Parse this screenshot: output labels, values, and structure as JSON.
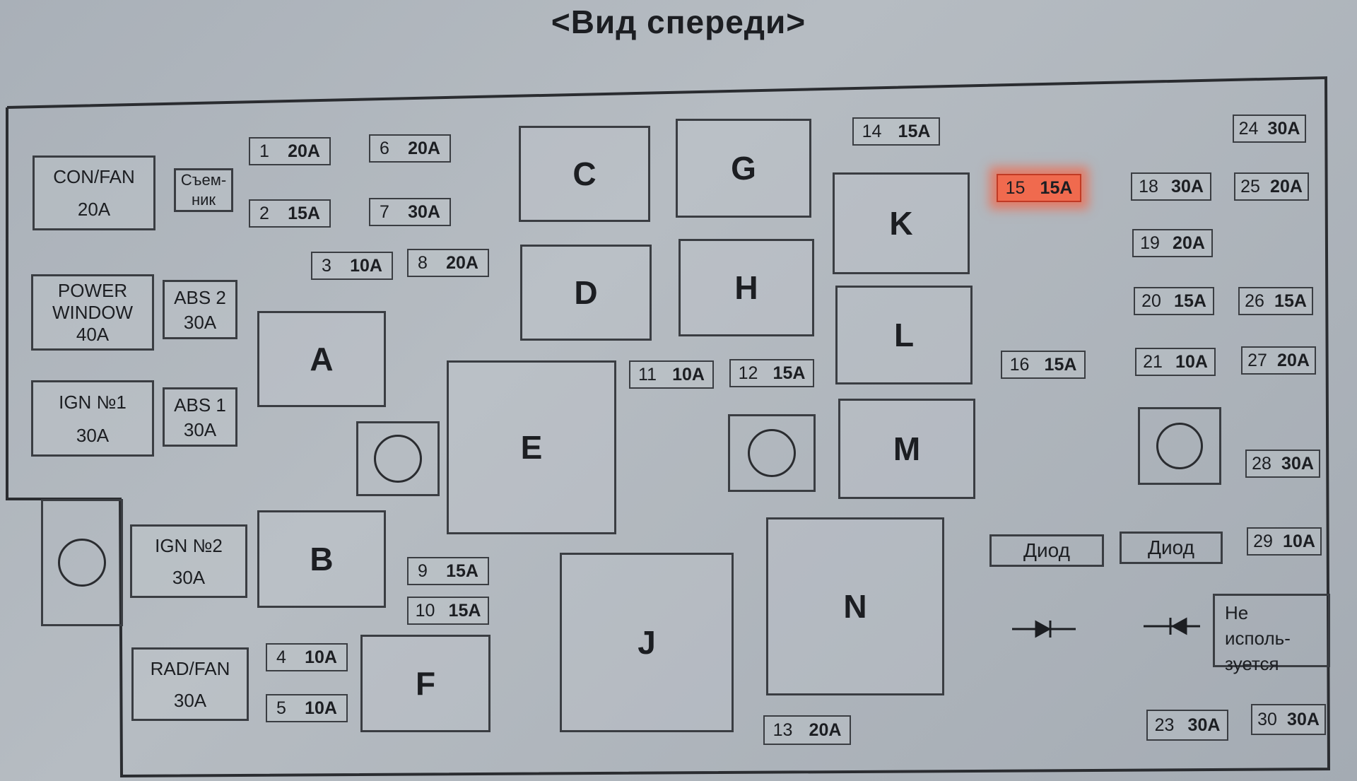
{
  "title": "<Вид спереди>",
  "big_fuses": {
    "con_fan": {
      "line1": "CON/FAN",
      "line2": "20A"
    },
    "removable": {
      "line1": "Съем-",
      "line2": "ник"
    },
    "power_window": {
      "line1": "POWER",
      "line2": "WINDOW",
      "line3": "40A"
    },
    "abs2": {
      "line1": "ABS 2",
      "line2": "30A"
    },
    "ign1": {
      "line1": "IGN №1",
      "line2": "30A"
    },
    "abs1": {
      "line1": "ABS 1",
      "line2": "30A"
    },
    "ign2": {
      "line1": "IGN №2",
      "line2": "30A"
    },
    "rad_fan": {
      "line1": "RAD/FAN",
      "line2": "30A"
    }
  },
  "fuses": [
    {
      "num": "1",
      "amp": "20A"
    },
    {
      "num": "2",
      "amp": "15A"
    },
    {
      "num": "3",
      "amp": "10A"
    },
    {
      "num": "4",
      "amp": "10A"
    },
    {
      "num": "5",
      "amp": "10A"
    },
    {
      "num": "6",
      "amp": "20A"
    },
    {
      "num": "7",
      "amp": "30A"
    },
    {
      "num": "8",
      "amp": "20A"
    },
    {
      "num": "9",
      "amp": "15A"
    },
    {
      "num": "10",
      "amp": "15A"
    },
    {
      "num": "11",
      "amp": "10A"
    },
    {
      "num": "12",
      "amp": "15A"
    },
    {
      "num": "13",
      "amp": "20A"
    },
    {
      "num": "14",
      "amp": "15A"
    },
    {
      "num": "15",
      "amp": "15A"
    },
    {
      "num": "16",
      "amp": "15A"
    },
    {
      "num": "18",
      "amp": "30A"
    },
    {
      "num": "19",
      "amp": "20A"
    },
    {
      "num": "20",
      "amp": "15A"
    },
    {
      "num": "21",
      "amp": "10A"
    },
    {
      "num": "23",
      "amp": "30A"
    },
    {
      "num": "24",
      "amp": "30A"
    },
    {
      "num": "25",
      "amp": "20A"
    },
    {
      "num": "26",
      "amp": "15A"
    },
    {
      "num": "27",
      "amp": "20A"
    },
    {
      "num": "28",
      "amp": "30A"
    },
    {
      "num": "29",
      "amp": "10A"
    },
    {
      "num": "30",
      "amp": "30A"
    }
  ],
  "relays": [
    "A",
    "B",
    "C",
    "D",
    "E",
    "F",
    "G",
    "H",
    "J",
    "K",
    "L",
    "M",
    "N"
  ],
  "diodes": [
    "Диод",
    "Диод"
  ],
  "unused": {
    "line1": "Не исполь-",
    "line2": "зуется"
  },
  "highlight_color": "#f06a4e"
}
